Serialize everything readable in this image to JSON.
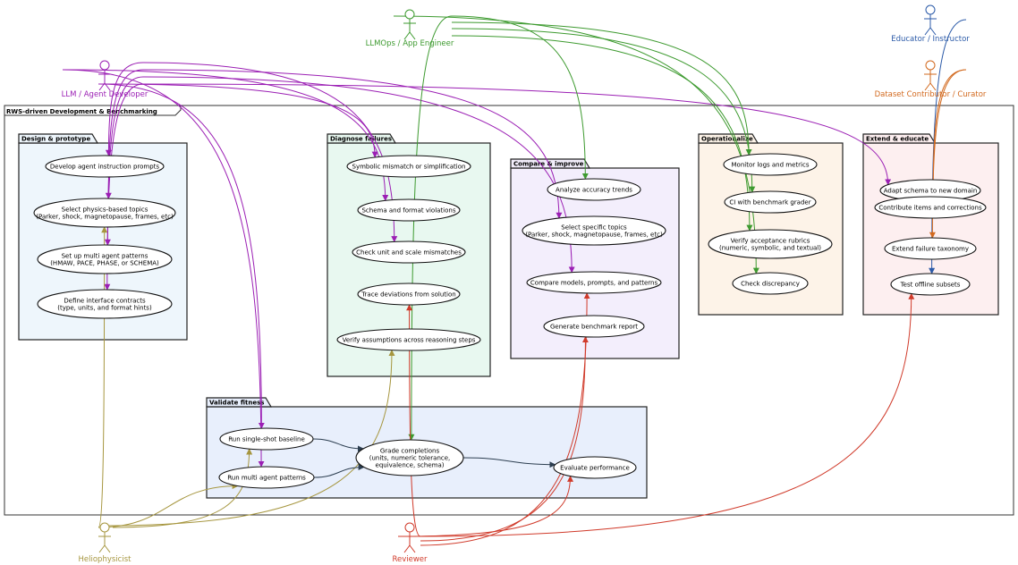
{
  "system": {
    "title": "RWS-driven Development & Benchmarking"
  },
  "actors": [
    {
      "id": "dev",
      "label": "LLM / Agent Developer",
      "color": "#9b1fb4"
    },
    {
      "id": "ops",
      "label": "LLMOps / App Engineer",
      "color": "#3d9a2f"
    },
    {
      "id": "edu",
      "label": "Educator / Instructor",
      "color": "#2b5aa8"
    },
    {
      "id": "cur",
      "label": "Dataset Contributor / Curator",
      "color": "#d2691e"
    },
    {
      "id": "hel",
      "label": "Heliophysicist",
      "color": "#a6963f"
    },
    {
      "id": "rev",
      "label": "Reviewer",
      "color": "#d03a2a"
    }
  ],
  "packages": [
    {
      "id": "design",
      "title": "Design & prototype",
      "fill": "#eef6fc",
      "usecases": [
        {
          "id": "d1",
          "lines": [
            "Develop agent instruction prompts"
          ]
        },
        {
          "id": "d2",
          "lines": [
            "Select physics-based topics",
            "(Parker, shock, magnetopause, frames, etc)"
          ]
        },
        {
          "id": "d3",
          "lines": [
            "Set up multi agent patterns",
            "(HMAW, PACE, PHASE, or SCHEMA)"
          ]
        },
        {
          "id": "d4",
          "lines": [
            "Define interface contracts",
            "(type, units, and format hints)"
          ]
        }
      ]
    },
    {
      "id": "diag",
      "title": "Diagnose failures",
      "fill": "#e8f8f0",
      "usecases": [
        {
          "id": "g1",
          "lines": [
            "Symbolic mismatch or simplification"
          ]
        },
        {
          "id": "g2",
          "lines": [
            "Schema and format violations"
          ]
        },
        {
          "id": "g3",
          "lines": [
            "Check unit and scale mismatches"
          ]
        },
        {
          "id": "g4",
          "lines": [
            "Trace deviations from solution"
          ]
        },
        {
          "id": "g5",
          "lines": [
            "Verify assumptions across reasoning steps"
          ]
        }
      ]
    },
    {
      "id": "comp",
      "title": "Compare & improve",
      "fill": "#f3eefc",
      "usecases": [
        {
          "id": "c1",
          "lines": [
            "Analyze accuracy trends"
          ]
        },
        {
          "id": "c2",
          "lines": [
            "Select specific topics",
            "(Parker, shock, magnetopause, frames, etc)"
          ]
        },
        {
          "id": "c3",
          "lines": [
            "Compare models, prompts, and patterns"
          ]
        },
        {
          "id": "c4",
          "lines": [
            "Generate benchmark report"
          ]
        }
      ]
    },
    {
      "id": "oper",
      "title": "Operationalize",
      "fill": "#fdf3e8",
      "usecases": [
        {
          "id": "o1",
          "lines": [
            "Monitor logs and metrics"
          ]
        },
        {
          "id": "o2",
          "lines": [
            "CI with benchmark grader"
          ]
        },
        {
          "id": "o3",
          "lines": [
            "Verify acceptance rubrics",
            "(numeric, symbolic, and textual)"
          ]
        },
        {
          "id": "o4",
          "lines": [
            "Check discrepancy"
          ]
        }
      ]
    },
    {
      "id": "ext",
      "title": "Extend & educate",
      "fill": "#fdeff0",
      "usecases": [
        {
          "id": "e1",
          "lines": [
            "Adapt schema to new domain"
          ]
        },
        {
          "id": "e2",
          "lines": [
            "Contribute items and corrections"
          ]
        },
        {
          "id": "e3",
          "lines": [
            "Extend failure taxonomy"
          ]
        },
        {
          "id": "e4",
          "lines": [
            "Test offline subsets"
          ]
        }
      ]
    },
    {
      "id": "val",
      "title": "Validate fitness",
      "fill": "#e8effc",
      "usecases": [
        {
          "id": "v1",
          "lines": [
            "Run single-shot baseline"
          ]
        },
        {
          "id": "v2",
          "lines": [
            "Run multi agent patterns"
          ]
        },
        {
          "id": "v3",
          "lines": [
            "Grade completions",
            "(units, numeric tolerance,",
            "equivalence, schema)"
          ]
        },
        {
          "id": "v4",
          "lines": [
            "Evaluate performance"
          ]
        }
      ]
    }
  ],
  "connections": [
    {
      "from": "dev",
      "to": "d1"
    },
    {
      "from": "dev",
      "to": "d2"
    },
    {
      "from": "dev",
      "to": "d3"
    },
    {
      "from": "dev",
      "to": "d4"
    },
    {
      "from": "dev",
      "to": "g1"
    },
    {
      "from": "dev",
      "to": "g2"
    },
    {
      "from": "dev",
      "to": "g3"
    },
    {
      "from": "dev",
      "to": "c2"
    },
    {
      "from": "dev",
      "to": "c3"
    },
    {
      "from": "dev",
      "to": "e1"
    },
    {
      "from": "dev",
      "to": "v1"
    },
    {
      "from": "dev",
      "to": "v2"
    },
    {
      "from": "ops",
      "to": "c1"
    },
    {
      "from": "ops",
      "to": "o1"
    },
    {
      "from": "ops",
      "to": "o2"
    },
    {
      "from": "ops",
      "to": "o3"
    },
    {
      "from": "ops",
      "to": "o4"
    },
    {
      "from": "ops",
      "to": "v3"
    },
    {
      "from": "edu",
      "to": "e4"
    },
    {
      "from": "cur",
      "to": "e2"
    },
    {
      "from": "cur",
      "to": "e3"
    },
    {
      "from": "hel",
      "to": "d2"
    },
    {
      "from": "hel",
      "to": "g5"
    },
    {
      "from": "hel",
      "to": "v1"
    },
    {
      "from": "hel",
      "to": "v2"
    },
    {
      "from": "rev",
      "to": "g4"
    },
    {
      "from": "rev",
      "to": "c3"
    },
    {
      "from": "rev",
      "to": "c4"
    },
    {
      "from": "rev",
      "to": "v4"
    },
    {
      "from": "rev",
      "to": "e4"
    },
    {
      "from": "v1",
      "to": "v3",
      "internal": true
    },
    {
      "from": "v2",
      "to": "v3",
      "internal": true
    },
    {
      "from": "v3",
      "to": "v4",
      "internal": true
    }
  ]
}
